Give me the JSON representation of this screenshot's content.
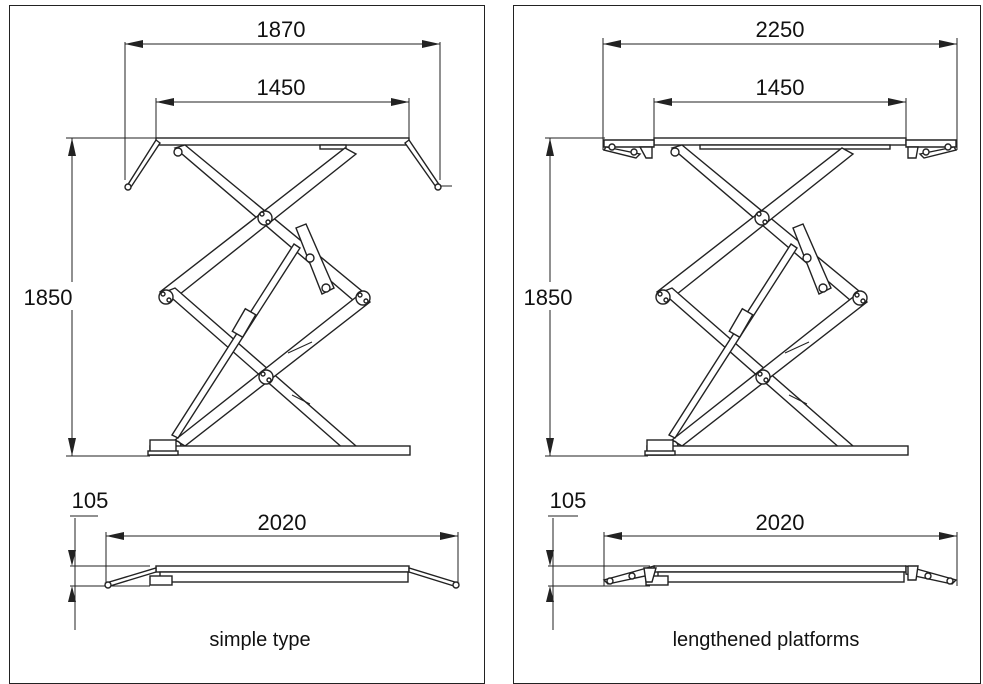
{
  "panels": [
    {
      "id": "simple",
      "caption": "simple type",
      "dims": {
        "top_outer_width": "1870",
        "top_inner_width": "1450",
        "height": "1850",
        "collapsed_height": "105",
        "collapsed_length": "2020"
      }
    },
    {
      "id": "lengthened",
      "caption": "lengthened platforms",
      "dims": {
        "top_outer_width": "2250",
        "top_inner_width": "1450",
        "height": "1850",
        "collapsed_height": "105",
        "collapsed_length": "2020"
      }
    }
  ]
}
